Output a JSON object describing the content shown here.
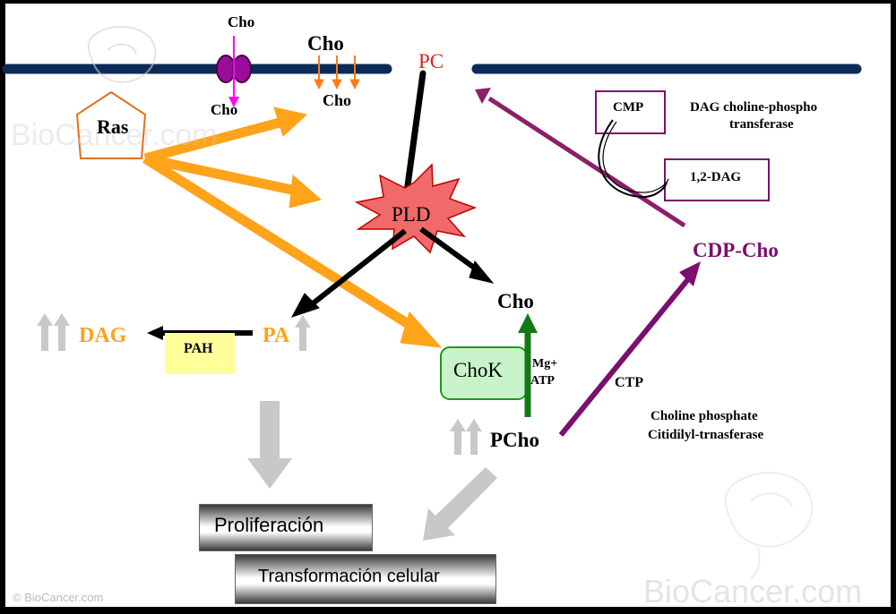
{
  "labels": {
    "cho_channel_top": "Cho",
    "cho_channel_bottom": "Cho",
    "cho_membrane_top": "Cho",
    "cho_membrane_bottom": "Cho",
    "pc": "PC",
    "ras": "Ras",
    "pld": "PLD",
    "cmp": "CMP",
    "dag_enzyme": "DAG choline-phospho transferase",
    "dag_enzyme_line1": "DAG choline-phospho",
    "dag_enzyme_line2": "transferase",
    "diacylglycerol": "1,2-DAG",
    "cdp_cho": "CDP-Cho",
    "cho_free": "Cho",
    "dag": "DAG",
    "pa": "PA",
    "pah": "PAH",
    "chok": "ChoK",
    "cofactor_mg": "Mg+",
    "cofactor_atp": "ATP",
    "ctp": "CTP",
    "cct_line1": "Choline phosphate",
    "cct_line2": "Citidilyl-trnasferase",
    "pcho": "PCho",
    "proliferacion": "Proliferación",
    "transformacion": "Transformación celular"
  },
  "watermarks": {
    "top": "BioCancer.com",
    "bottom": "BioCancer.com",
    "copyright": "© BioCancer.com"
  },
  "colors": {
    "background": "#000000",
    "membrane": "#0d2b57",
    "ras_arrows": "#ffa31a",
    "pld_fill": "#f06a6a",
    "kennedy_arrows": "#7a0f6e",
    "chok_arrow": "#137a13",
    "chok_fill": "#c9f3c9",
    "pah_fill": "#ffff99",
    "pc_text": "#e02020",
    "dag_text": "#ffa31a",
    "cdp_text": "#7a0f6e",
    "up_arrows": "#c8c8c8"
  }
}
